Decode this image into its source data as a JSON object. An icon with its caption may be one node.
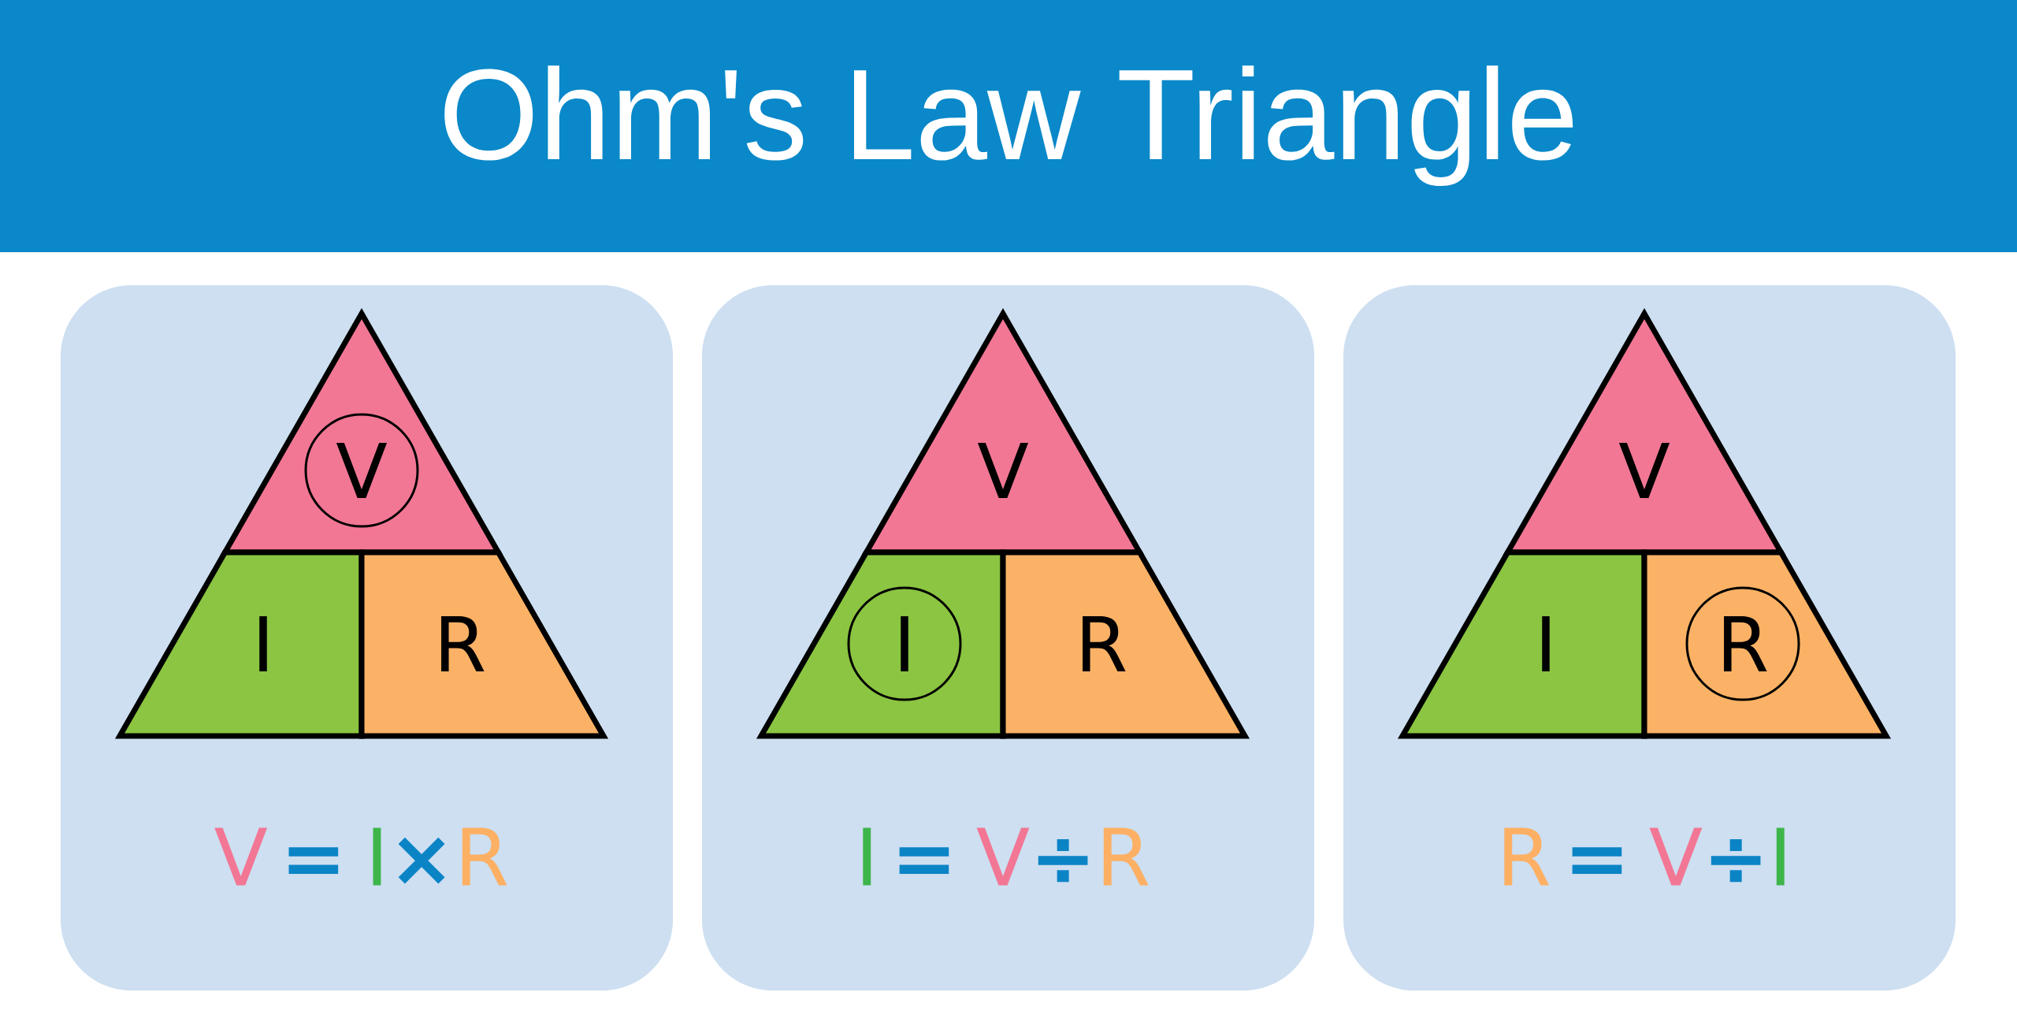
{
  "diagram": {
    "title": "Ohm's Law Triangle",
    "nodes": [
      {
        "text": [
          "V",
          "=",
          "I",
          "×",
          "R"
        ]
      },
      {
        "text": [],
        "shape": "triangle",
        "in": 0
      },
      {
        "text": [
          "V"
        ],
        "in": 1
      },
      {
        "text": [
          "I"
        ],
        "in": 0
      },
      {
        "text": [
          "R"
        ],
        "in": 0
      },
      {
        "text": [
          "I",
          "=",
          "V",
          "÷",
          "R"
        ]
      },
      {
        "text": [
          "V"
        ],
        "in": 5
      },
      {
        "text": [],
        "shape": "trapezoid",
        "in": 5
      },
      {
        "text": [
          "I"
        ],
        "in": 7
      },
      {
        "text": [
          "R"
        ],
        "in": 5
      },
      {
        "text": [
          "R",
          "=",
          "V",
          "÷",
          "I"
        ]
      },
      {
        "text": [
          "V"
        ],
        "in": 10
      },
      {
        "text": [
          "I"
        ],
        "in": 10
      },
      {
        "text": [],
        "shape": "trapezoid",
        "in": 10
      },
      {
        "text": [
          "R"
        ],
        "in": 13
      }
    ]
  }
}
